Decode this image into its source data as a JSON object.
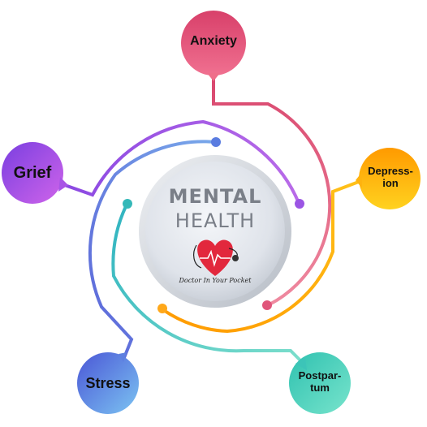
{
  "center": {
    "title": "MENTAL",
    "subtitle": "HEALTH",
    "logo_caption": "Doctor In Your Pocket"
  },
  "nodes": [
    {
      "id": "anxiety",
      "label": "Anxiety",
      "colors": [
        "#d8406a",
        "#f0708d"
      ]
    },
    {
      "id": "depression",
      "label": "Depress-\nion",
      "colors": [
        "#ff8a00",
        "#ffd21f"
      ]
    },
    {
      "id": "postpartum",
      "label": "Postpar-\ntum",
      "colors": [
        "#39c8b6",
        "#6ee0c9"
      ]
    },
    {
      "id": "stress",
      "label": "Stress",
      "colors": [
        "#4e5ed8",
        "#79b6f0"
      ]
    },
    {
      "id": "grief",
      "label": "Grief",
      "colors": [
        "#7a3fe0",
        "#c65ee8"
      ]
    }
  ]
}
